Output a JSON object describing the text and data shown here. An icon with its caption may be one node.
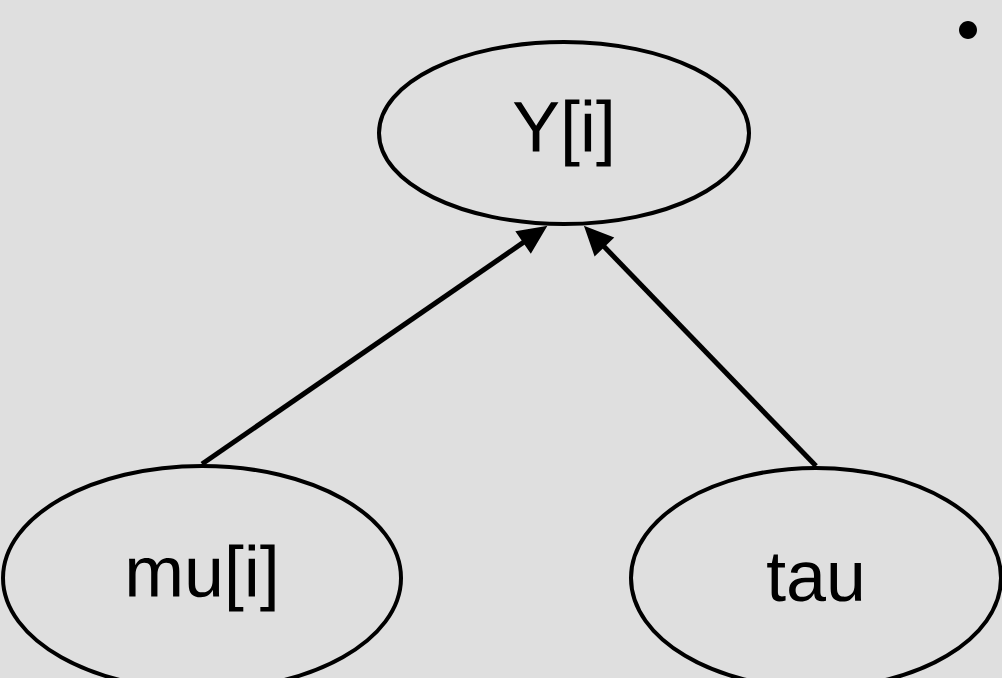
{
  "diagram": {
    "nodes": [
      {
        "text": [
          "Y[i]"
        ]
      },
      {
        "text": [
          "mu[i]"
        ]
      },
      {
        "text": [
          "tau"
        ]
      }
    ],
    "edges": [
      {
        "from": 1,
        "to": 0,
        "arrow": "to"
      },
      {
        "from": 2,
        "to": 0,
        "arrow": "to"
      }
    ]
  }
}
